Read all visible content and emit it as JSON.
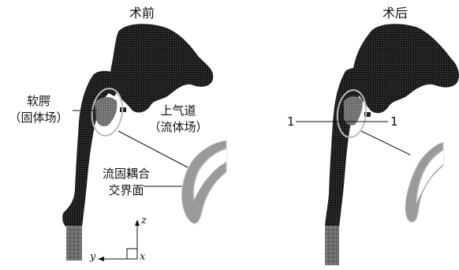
{
  "titles": {
    "pre": "术前",
    "post": "术后"
  },
  "labels": {
    "soft_palate_1": "软腭",
    "soft_palate_2": "（固体场）",
    "airway_1": "上气道",
    "airway_2": "（流体场）",
    "interface_1": "流固耦合",
    "interface_2": "交界面",
    "section_left": "1",
    "section_right": "1"
  },
  "axes": {
    "z": "z",
    "y": "y",
    "x": "x"
  },
  "colors": {
    "airway": "#1a1a1a",
    "tissue": "#9a9a9a",
    "tissue_edge": "#cfcfcf",
    "callout": "#b8b8b8"
  }
}
